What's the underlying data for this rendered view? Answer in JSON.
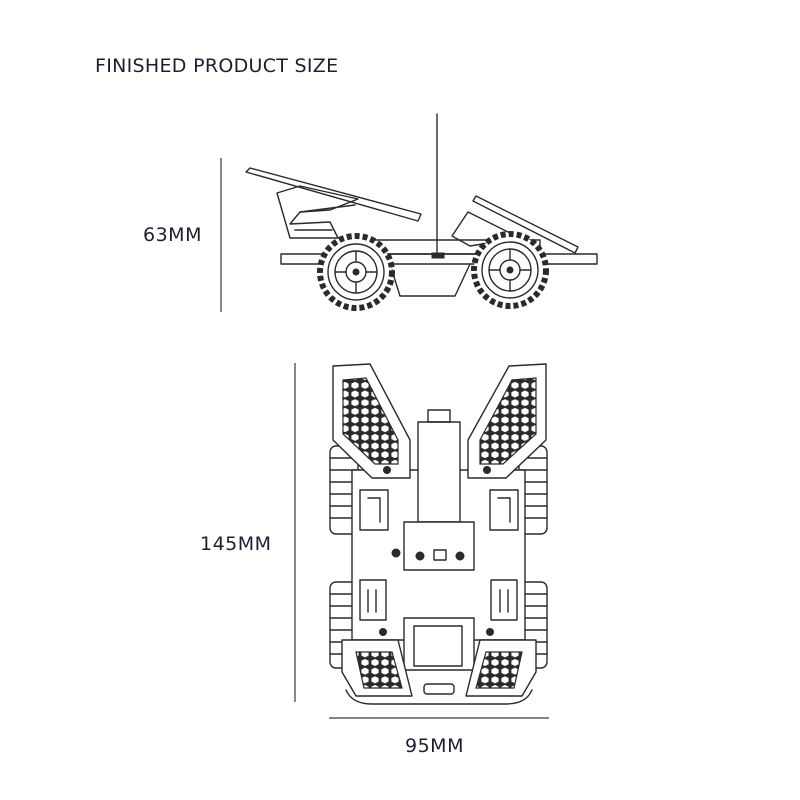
{
  "title": "FINISHED PRODUCT SIZE",
  "dimensions": {
    "height": "63MM",
    "length": "145MM",
    "width": "95MM"
  }
}
